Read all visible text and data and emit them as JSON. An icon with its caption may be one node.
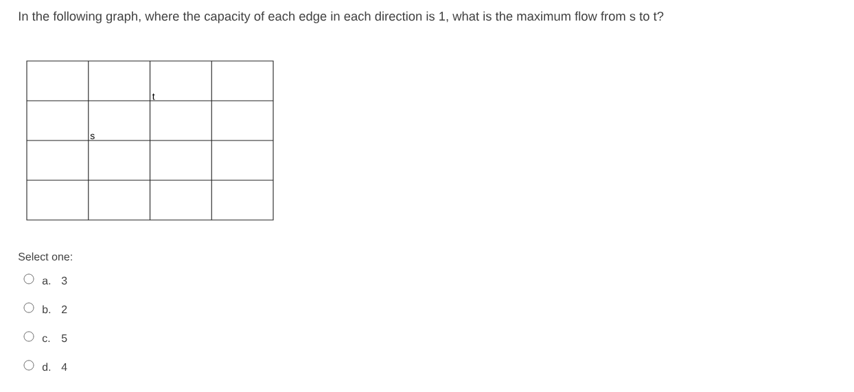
{
  "diagram": {
    "title": "In the following graph, where the capacity of each edge in each direction is 1, what is the maximum flow from s to t?",
    "labels": [
      "s",
      "t",
      "Select one:",
      "a.",
      "3",
      "b.",
      "2",
      "c.",
      "5",
      "d.",
      "4"
    ]
  }
}
